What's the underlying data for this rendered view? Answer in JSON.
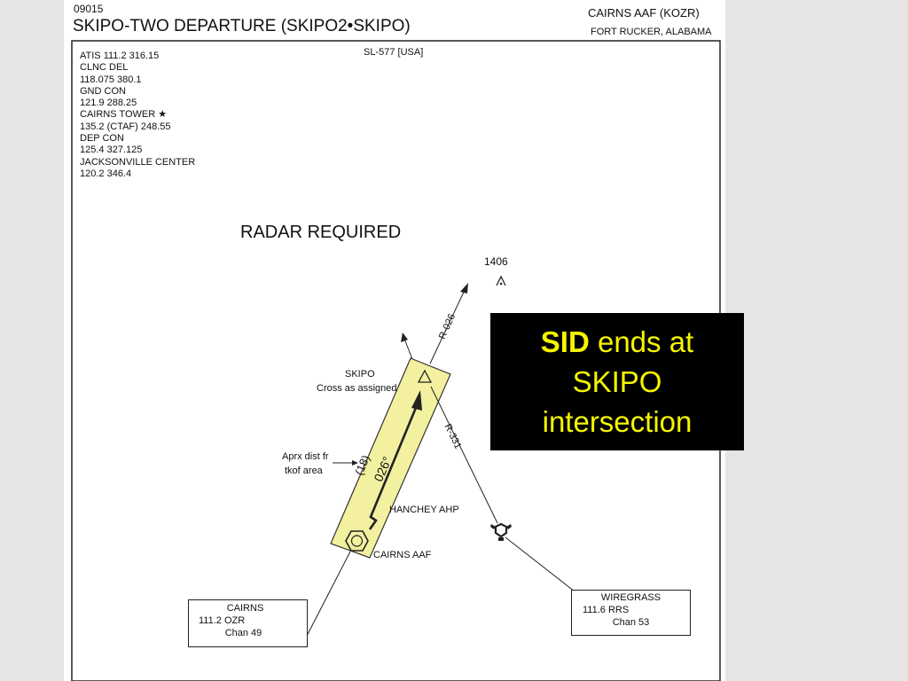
{
  "chart": {
    "id": "09015",
    "title": "SKIPO-TWO DEPARTURE (SKIPO2•SKIPO)",
    "airport": "CAIRNS AAF  (KOZR)",
    "location": "FORT RUCKER, ALABAMA",
    "chart_ref": "SL-577 [USA]"
  },
  "frequencies": [
    "ATIS  111.2  316.15",
    "CLNC DEL",
    "118.075  380.1",
    "GND CON",
    "121.9  288.25",
    "CAIRNS TOWER ★",
    "135.2 (CTAF) 248.55",
    "DEP CON",
    "125.4  327.125",
    "JACKSONVILLE CENTER",
    "120.2  346.4"
  ],
  "notice": "RADAR REQUIRED",
  "labels": {
    "elevation": "1406",
    "radial_026": "R-026",
    "radial_331": "R-331",
    "skipo_name": "SKIPO",
    "skipo_note": "Cross as assigned",
    "aprx_line1": "Aprx dist fr",
    "aprx_line2": "tkof area",
    "distance": "(18)",
    "heading": "026°",
    "hanchey": "HANCHEY AHP",
    "cairns_aaf": "CAIRNS AAF"
  },
  "navaids": {
    "cairns": {
      "name": "CAIRNS",
      "freq": "111.2  OZR",
      "chan": "Chan 49"
    },
    "wiregrass": {
      "name": "WIREGRASS",
      "freq": "111.6  RRS",
      "chan": "Chan 53"
    }
  },
  "callout": {
    "bold": "SID",
    "rest": " ends at",
    "line2": "SKIPO",
    "line3": "intersection"
  },
  "colors": {
    "highlight": "#f3f0a0",
    "callout_bg": "#000000",
    "callout_text": "#f5f500"
  }
}
